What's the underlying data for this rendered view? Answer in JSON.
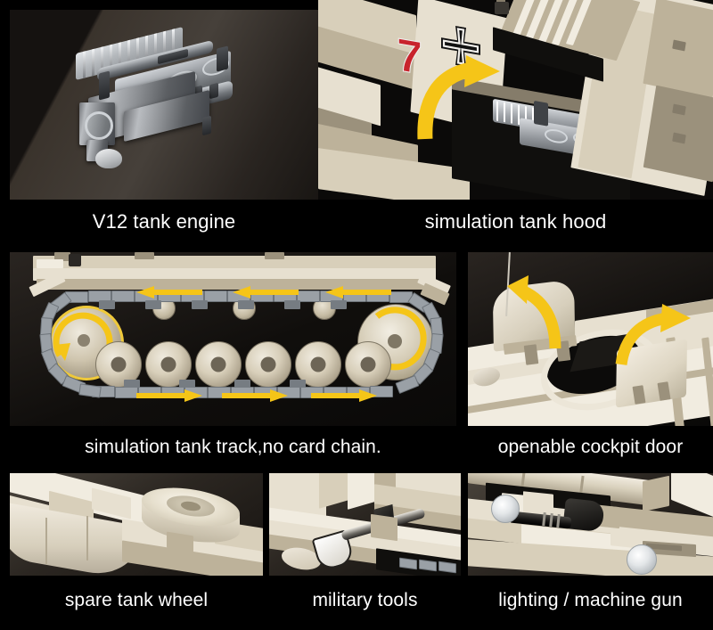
{
  "page": {
    "background_color": "#000000",
    "caption_color": "#ffffff",
    "accent_arrow_color": "#f5c518",
    "tan_brick_color": "#d8cfba",
    "marking_red": "#c8232c",
    "marking_cross_black": "#111111"
  },
  "grid": {
    "rows": [
      {
        "row_name": "row-1",
        "panels": [
          {
            "id": "v12-tank-engine",
            "caption": "V12 tank engine",
            "subject": "detached chrome V12 engine block on dark studio backdrop",
            "icon": "engine-icon"
          },
          {
            "id": "simulation-tank-hood",
            "caption": "simulation tank hood",
            "subject": "opened engine deck hood revealing V12 engine",
            "icon": "hood-icon",
            "markings": {
              "turret_number": "7",
              "insignia": "balkenkreuz-iron-cross"
            },
            "arrows": [
              "curved-up-right-arrow"
            ]
          }
        ]
      },
      {
        "row_name": "row-2",
        "panels": [
          {
            "id": "simulation-tank-track",
            "caption": "simulation tank track,no card chain.",
            "subject": "full side view of running gear: drive sprocket, idler, six road wheels, return rollers and link track",
            "icon": "track-icon",
            "arrows": [
              "top-run-left-arrow-1",
              "top-run-left-arrow-2",
              "top-run-left-arrow-3",
              "bottom-run-right-arrow-1",
              "bottom-run-right-arrow-2",
              "bottom-run-right-arrow-3",
              "sprocket-rotation-arrow",
              "idler-rotation-arrow"
            ],
            "counts": {
              "road_wheels": 6,
              "return_rollers": 3,
              "drive_sprockets": 1,
              "idlers": 1
            }
          },
          {
            "id": "openable-cockpit-door",
            "caption": "openable cockpit door",
            "subject": "two hinged turret hatches opened over dark crew compartment",
            "icon": "hatch-icon",
            "arrows": [
              "left-hatch-open-arrow",
              "right-hatch-open-arrow"
            ]
          }
        ]
      },
      {
        "row_name": "row-3",
        "panels": [
          {
            "id": "spare-tank-wheel",
            "caption": "spare tank wheel",
            "subject": "spare road wheel mounted on rear hull deck",
            "icon": "wheel-icon"
          },
          {
            "id": "military-tools",
            "caption": "military tools",
            "subject": "stowed entrenching shovel clamped to hull side",
            "icon": "shovel-icon"
          },
          {
            "id": "lighting-machine-gun",
            "caption": "lighting / machine gun",
            "subject": "hull machine gun beside clear headlight lenses",
            "icon": "machine-gun-icon"
          }
        ]
      }
    ]
  }
}
